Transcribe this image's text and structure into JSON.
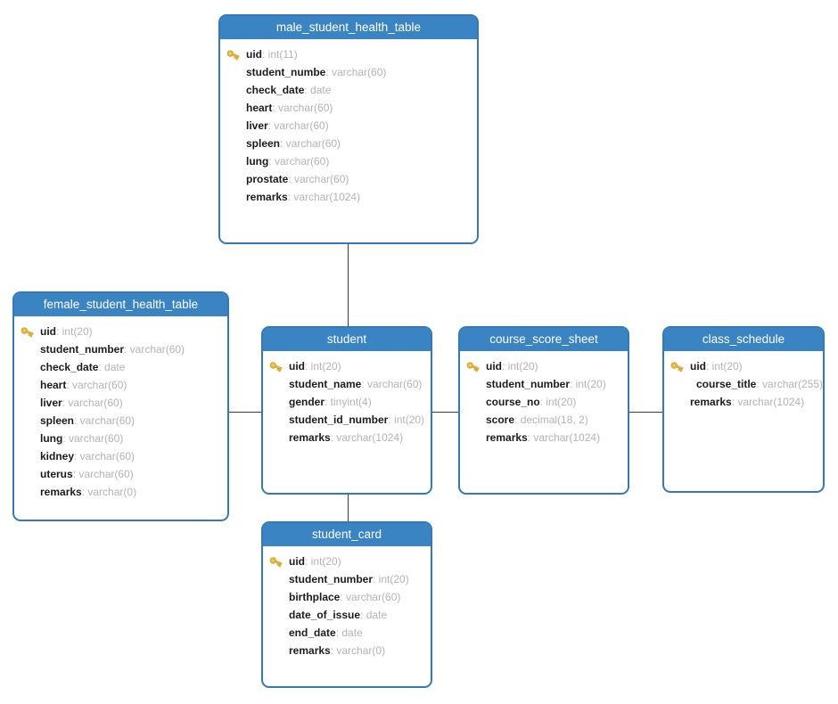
{
  "diagram": {
    "type": "database-er-model",
    "colors": {
      "table_header": "#3b84c4",
      "table_border": "#3579b8",
      "field_name": "#1c1c1c",
      "field_type": "#b3b3b3",
      "connector": "#3c3c3c",
      "key_icon_gold": "#f6c23d",
      "background": "#ffffff"
    },
    "tables": [
      {
        "name": "male_student_health_table",
        "fields": [
          {
            "name": "uid",
            "type": "int(11)",
            "key": true
          },
          {
            "name": "student_numbe",
            "type": "varchar(60)"
          },
          {
            "name": "check_date",
            "type": "date"
          },
          {
            "name": "heart",
            "type": "varchar(60)"
          },
          {
            "name": "liver",
            "type": "varchar(60)"
          },
          {
            "name": "spleen",
            "type": "varchar(60)"
          },
          {
            "name": "lung",
            "type": "varchar(60)"
          },
          {
            "name": "prostate",
            "type": "varchar(60)"
          },
          {
            "name": "remarks",
            "type": "varchar(1024)"
          }
        ]
      },
      {
        "name": "female_student_health_table",
        "fields": [
          {
            "name": "uid",
            "type": "int(20)",
            "key": true
          },
          {
            "name": "student_number",
            "type": "varchar(60)"
          },
          {
            "name": "check_date",
            "type": "date"
          },
          {
            "name": "heart",
            "type": "varchar(60)"
          },
          {
            "name": "liver",
            "type": "varchar(60)"
          },
          {
            "name": "spleen",
            "type": "varchar(60)"
          },
          {
            "name": "lung",
            "type": "varchar(60)"
          },
          {
            "name": "kidney",
            "type": "varchar(60)"
          },
          {
            "name": "uterus",
            "type": "varchar(60)"
          },
          {
            "name": "remarks",
            "type": "varchar(0)"
          }
        ]
      },
      {
        "name": "student",
        "fields": [
          {
            "name": "uid",
            "type": "int(20)",
            "key": true
          },
          {
            "name": "student_name",
            "type": "varchar(60)"
          },
          {
            "name": "gender",
            "type": "tinyint(4)"
          },
          {
            "name": "student_id_number",
            "type": "int(20)"
          },
          {
            "name": "remarks",
            "type": "varchar(1024)"
          }
        ]
      },
      {
        "name": "course_score_sheet",
        "fields": [
          {
            "name": "uid",
            "type": "int(20)",
            "key": true
          },
          {
            "name": "student_number",
            "type": "int(20)"
          },
          {
            "name": "course_no",
            "type": "int(20)"
          },
          {
            "name": "score",
            "type": "decimal(18, 2)"
          },
          {
            "name": "remarks",
            "type": "varchar(1024)"
          }
        ]
      },
      {
        "name": "class_schedule",
        "fields": [
          {
            "name": "uid",
            "type": "int(20)",
            "key": true
          },
          {
            "name": "course_title",
            "type": "varchar(255)",
            "indent": true
          },
          {
            "name": "remarks",
            "type": "varchar(1024)"
          }
        ]
      },
      {
        "name": "student_card",
        "fields": [
          {
            "name": "uid",
            "type": "int(20)",
            "key": true
          },
          {
            "name": "student_number",
            "type": "int(20)"
          },
          {
            "name": "birthplace",
            "type": "varchar(60)"
          },
          {
            "name": "date_of_issue",
            "type": "date"
          },
          {
            "name": "end_date",
            "type": "date"
          },
          {
            "name": "remarks",
            "type": "varchar(0)"
          }
        ]
      }
    ],
    "connections": [
      {
        "from": "male_student_health_table",
        "to": "student"
      },
      {
        "from": "female_student_health_table",
        "to": "student"
      },
      {
        "from": "student",
        "to": "course_score_sheet"
      },
      {
        "from": "course_score_sheet",
        "to": "class_schedule"
      },
      {
        "from": "student",
        "to": "student_card"
      }
    ]
  }
}
